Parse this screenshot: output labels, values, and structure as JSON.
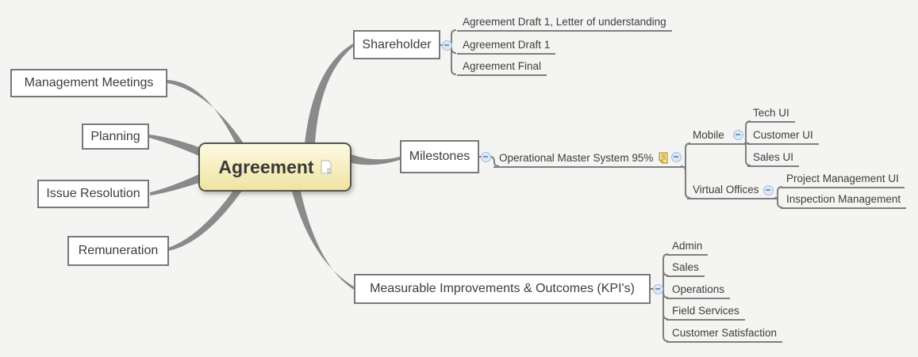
{
  "root": {
    "label": "Agreement"
  },
  "left_topics": [
    {
      "label": "Management Meetings"
    },
    {
      "label": "Planning"
    },
    {
      "label": "Issue Resolution"
    },
    {
      "label": "Remuneration"
    }
  ],
  "shareholder": {
    "label": "Shareholder",
    "children": [
      {
        "label": "Agreement Draft 1, Letter of understanding"
      },
      {
        "label": "Agreement Draft 1"
      },
      {
        "label": "Agreement Final"
      }
    ]
  },
  "milestones": {
    "label": "Milestones",
    "child": {
      "label": "Operational Master System 95%",
      "groups": [
        {
          "label": "Mobile",
          "children": [
            {
              "label": "Tech UI"
            },
            {
              "label": "Customer UI"
            },
            {
              "label": "Sales UI"
            }
          ]
        },
        {
          "label": "Virtual Offices",
          "children": [
            {
              "label": "Project Management UI"
            },
            {
              "label": "Inspection Management"
            }
          ]
        }
      ]
    }
  },
  "kpi": {
    "label": "Measurable Improvements & Outcomes (KPI's)",
    "children": [
      {
        "label": "Admin"
      },
      {
        "label": "Sales"
      },
      {
        "label": "Operations"
      },
      {
        "label": "Field Services"
      },
      {
        "label": "Customer Satisfaction"
      }
    ]
  },
  "icons": {
    "root_attachment": "page-icon",
    "milestone_note": "notes-icon",
    "collapse": "minus-circle-icon"
  },
  "colors": {
    "background": "#f4f4f2",
    "branch": "#8a8a8a",
    "line": "#7f7f7f",
    "box_border": "#787878",
    "text": "#3d3d3d",
    "root_fill_top": "#fdfae2",
    "root_fill_bottom": "#f0e3a1",
    "root_border": "#56564c",
    "collapse_fill": "#dce8f7",
    "collapse_border": "#a3bcdd",
    "collapse_glyph": "#7694c0",
    "note_fill": "#f7e59a",
    "note_stroke": "#b8962e"
  }
}
